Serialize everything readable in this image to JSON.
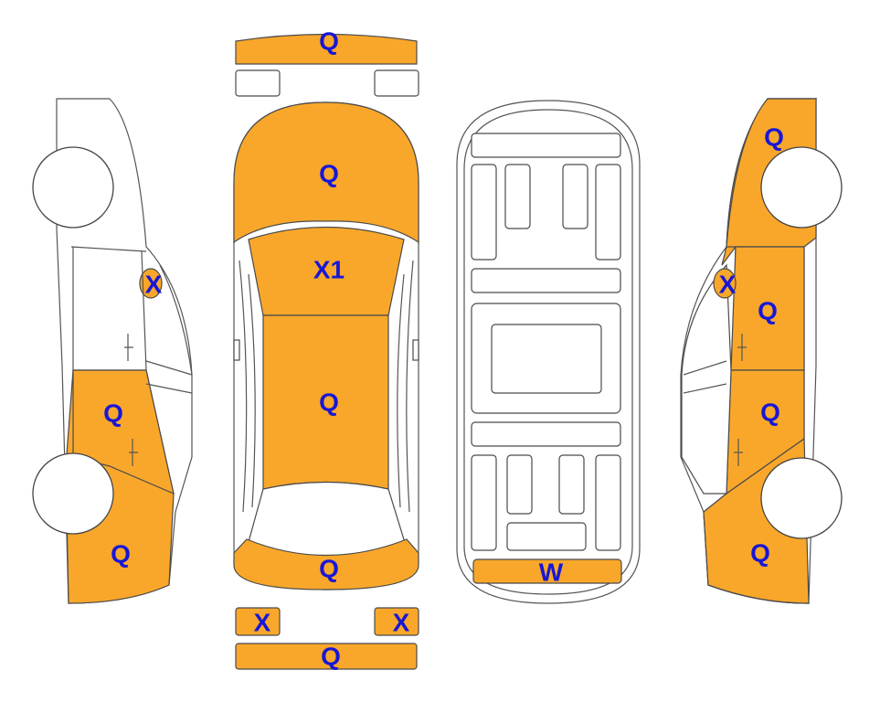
{
  "colors": {
    "damaged": "#F9A72B",
    "intact": "#FFFFFF",
    "outline": "#4A4A4A",
    "label": "#1717D6"
  },
  "views": {
    "left_side": {
      "marks": [
        "X",
        "Q",
        "Q"
      ]
    },
    "top": {
      "marks": [
        "Q",
        "Q",
        "X1",
        "Q",
        "Q",
        "X",
        "X",
        "Q"
      ]
    },
    "underbody": {
      "marks": [
        "W"
      ]
    },
    "right_side": {
      "marks": [
        "Q",
        "X",
        "Q",
        "Q",
        "Q"
      ]
    }
  }
}
